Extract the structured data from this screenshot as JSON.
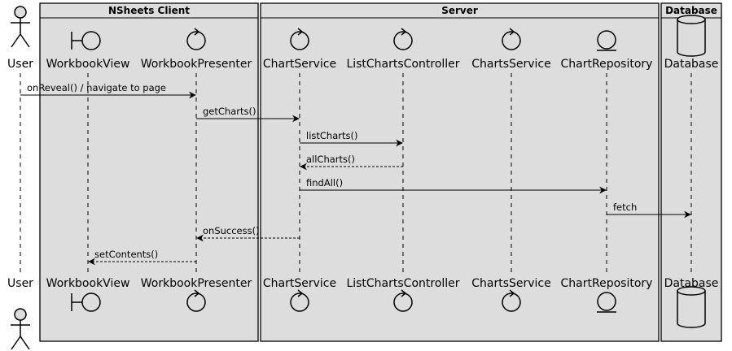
{
  "boxes": [
    {
      "id": "client",
      "title": "NSheets Client"
    },
    {
      "id": "server",
      "title": "Server"
    },
    {
      "id": "database",
      "title": "Database"
    }
  ],
  "participants": [
    {
      "id": "user",
      "name": "User",
      "kind": "actor"
    },
    {
      "id": "workbookview",
      "name": "WorkbookView",
      "kind": "boundary"
    },
    {
      "id": "workbookpresenter",
      "name": "WorkbookPresenter",
      "kind": "control"
    },
    {
      "id": "chartservice",
      "name": "ChartService",
      "kind": "control"
    },
    {
      "id": "listchartscontroller",
      "name": "ListChartsController",
      "kind": "control"
    },
    {
      "id": "chartsservice",
      "name": "ChartsService",
      "kind": "control"
    },
    {
      "id": "chartrepository",
      "name": "ChartRepository",
      "kind": "entity"
    },
    {
      "id": "database",
      "name": "Database",
      "kind": "database"
    }
  ],
  "messages": [
    {
      "from": "user",
      "to": "workbookpresenter",
      "label": "onReveal() / navigate to page",
      "style": "sync"
    },
    {
      "from": "workbookpresenter",
      "to": "chartservice",
      "label": "getCharts()",
      "style": "sync"
    },
    {
      "from": "chartservice",
      "to": "listchartscontroller",
      "label": "listCharts()",
      "style": "sync"
    },
    {
      "from": "listchartscontroller",
      "to": "chartservice",
      "label": "allCharts()",
      "style": "return"
    },
    {
      "from": "chartservice",
      "to": "chartrepository",
      "label": "findAll()",
      "style": "sync"
    },
    {
      "from": "chartrepository",
      "to": "database",
      "label": "fetch",
      "style": "sync"
    },
    {
      "from": "chartservice",
      "to": "workbookpresenter",
      "label": "onSuccess()",
      "style": "return"
    },
    {
      "from": "workbookpresenter",
      "to": "workbookview",
      "label": "setContents()",
      "style": "return"
    }
  ],
  "colors": {
    "box_fill": "#dddddd",
    "box_stroke": "#000000",
    "line": "#000000",
    "background": "#ffffff"
  }
}
